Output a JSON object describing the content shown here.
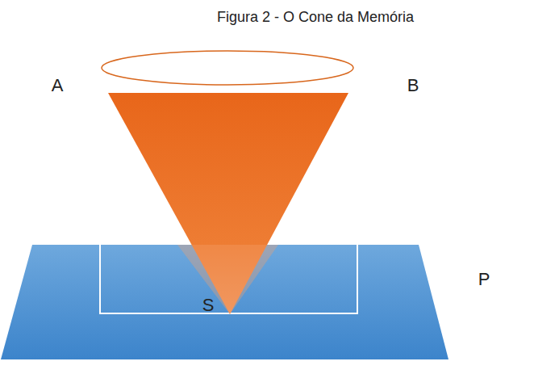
{
  "diagram": {
    "title": "Figura 2 - O Cone da Memória",
    "labels": [
      "A",
      "B",
      "S",
      "P"
    ]
  }
}
